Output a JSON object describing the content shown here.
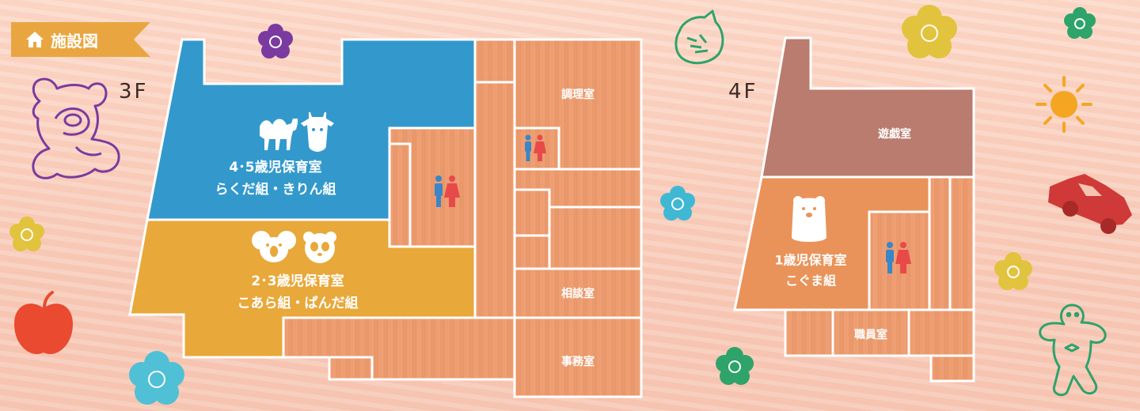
{
  "header": {
    "title": "施設図",
    "icon": "home-icon",
    "color": "#e9a640"
  },
  "floors": {
    "f3": {
      "label": "3F",
      "rooms": {
        "r45_line1": "4･5歳児保育室",
        "r45_line2": "らくだ組・きりん組",
        "r23_line1": "2･3歳児保育室",
        "r23_line2": "こあら組・ぱんだ組",
        "kitchen": "調理室",
        "consult": "相談室",
        "office": "事務室"
      }
    },
    "f4": {
      "label": "4F",
      "rooms": {
        "play": "遊戯室",
        "r1_line1": "1歳児保育室",
        "r1_line2": "こぐま組",
        "staff": "職員室"
      }
    }
  },
  "colors": {
    "blue_room": "#3399cc",
    "yellow_room": "#e8a83a",
    "wood": "#eb9a6c",
    "play_room": "#b97c6e",
    "orange_room": "#e9935a",
    "toilet_male": "#3a86c6",
    "toilet_female": "#e84a4a"
  }
}
